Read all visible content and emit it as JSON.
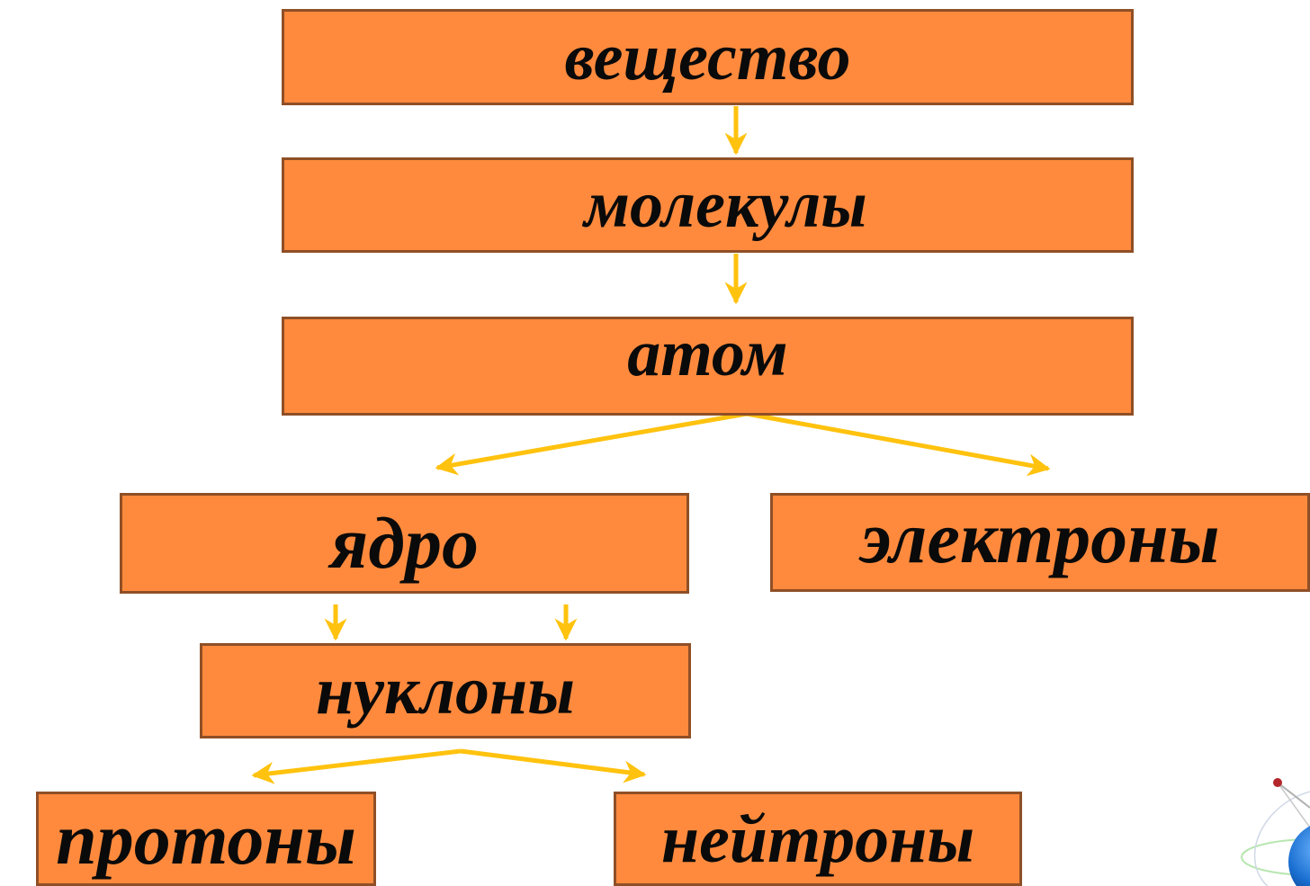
{
  "diagram": {
    "nodes": {
      "substance": "вещество",
      "molecules": "молекулы",
      "atom": "атом",
      "nucleus": "ядро",
      "electrons": "электроны",
      "nucleons": "нуклоны",
      "protons": "протоны",
      "neutrons": "нейтроны"
    },
    "edges": [
      [
        "substance",
        "molecules"
      ],
      [
        "molecules",
        "atom"
      ],
      [
        "atom",
        "nucleus"
      ],
      [
        "atom",
        "electrons"
      ],
      [
        "nucleus",
        "nucleons"
      ],
      [
        "nucleons",
        "protons"
      ],
      [
        "nucleons",
        "neutrons"
      ]
    ]
  },
  "colors": {
    "box_fill": "#ff8a3d",
    "box_border": "#8f4f26",
    "arrow": "#ffc20e",
    "text": "#0a0a0a"
  },
  "decoration": {
    "corner_icon": "atom-model-icon"
  }
}
